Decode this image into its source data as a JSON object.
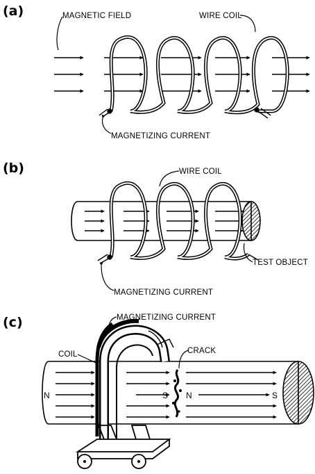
{
  "panels": [
    {
      "letter": "(a)",
      "labels": {
        "magnetic_field": "MAGNETIC FIELD",
        "wire_coil": "WIRE COIL",
        "magnetizing_current": "MAGNETIZING CURRENT"
      }
    },
    {
      "letter": "(b)",
      "labels": {
        "wire_coil": "WIRE COIL",
        "test_object": "TEST OBJECT",
        "magnetizing_current": "MAGNETIZING CURRENT"
      }
    },
    {
      "letter": "(c)",
      "labels": {
        "magnetizing_current": "MAGNETIZING CURRENT",
        "coil": "COIL",
        "crack": "CRACK"
      },
      "poles": {
        "left_n": "N",
        "crack_s": "S",
        "crack_n": "N",
        "right_s": "S"
      }
    }
  ]
}
